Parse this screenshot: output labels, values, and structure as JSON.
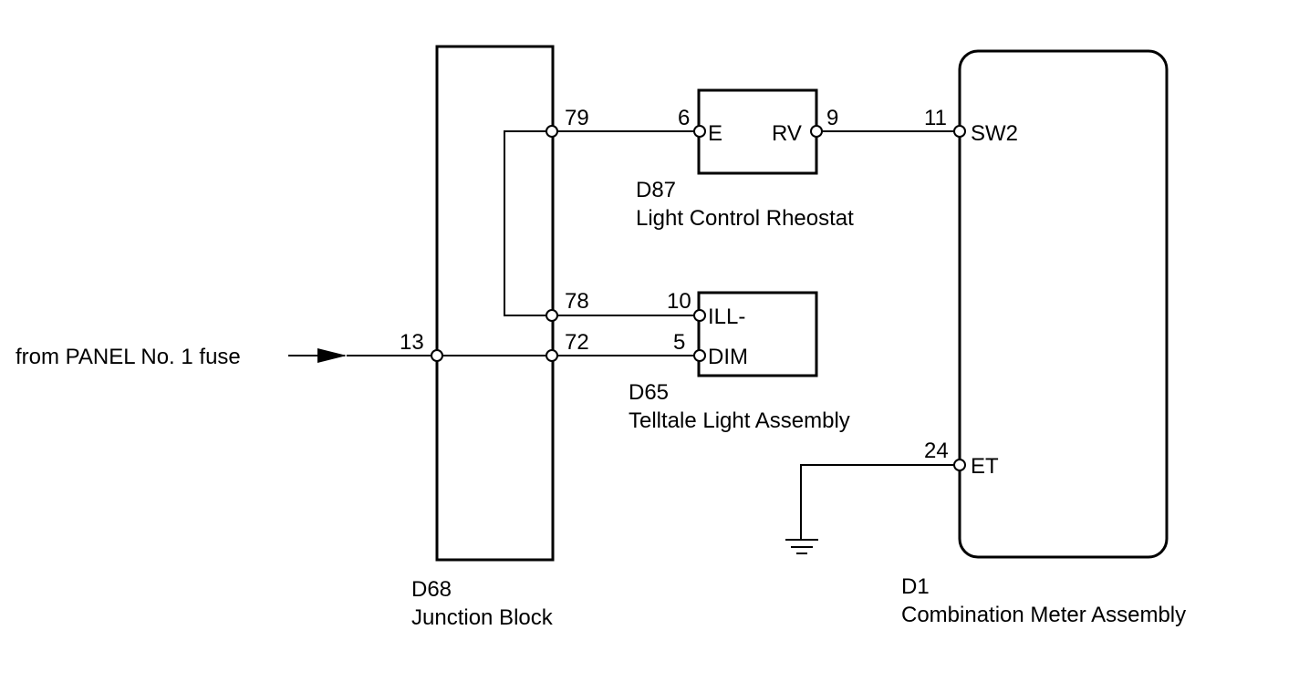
{
  "source": {
    "label": "from PANEL No. 1 fuse"
  },
  "components": {
    "junction_block": {
      "code": "D68",
      "name": "Junction Block",
      "pins": [
        "13",
        "79",
        "78",
        "72"
      ]
    },
    "rheostat": {
      "code": "D87",
      "name": "Light Control Rheostat",
      "pins": {
        "e_num": "6",
        "e_name": "E",
        "rv_num": "9",
        "rv_name": "RV"
      }
    },
    "telltale": {
      "code": "D65",
      "name": "Telltale Light Assembly",
      "pins": {
        "ill_num": "10",
        "ill_name": "ILL-",
        "dim_num": "5",
        "dim_name": "DIM"
      }
    },
    "combination_meter": {
      "code": "D1",
      "name": "Combination Meter Assembly",
      "pins": {
        "sw2_num": "11",
        "sw2_name": "SW2",
        "et_num": "24",
        "et_name": "ET"
      }
    }
  }
}
